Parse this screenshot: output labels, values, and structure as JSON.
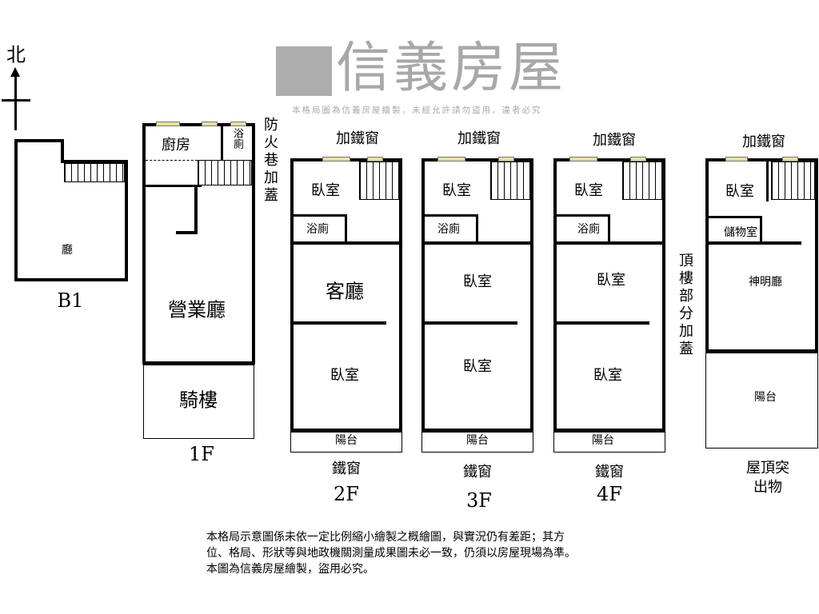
{
  "compass": {
    "north": "北"
  },
  "watermark": {
    "brand": "信義房屋",
    "notice": "本格局圖為信義房屋繪製，未經允許請勿盜用，違者必究"
  },
  "b1": {
    "room": "廳",
    "label": "B1"
  },
  "f1": {
    "kitchen": "廚房",
    "bath": "浴廁",
    "hall": "營業廳",
    "arcade": "騎樓",
    "label": "1F",
    "side_note": "防火巷加蓋"
  },
  "f2": {
    "window_top": "加鐵窗",
    "bedroom1": "臥室",
    "bath": "浴廁",
    "living": "客廳",
    "bedroom2": "臥室",
    "balcony": "陽台",
    "window_bottom": "鐵窗",
    "label": "2F"
  },
  "f3": {
    "window_top": "加鐵窗",
    "bedroom1": "臥室",
    "bath": "浴廁",
    "bedroom2": "臥室",
    "bedroom3": "臥室",
    "balcony": "陽台",
    "window_bottom": "鐵窗",
    "label": "3F"
  },
  "f4": {
    "window_top": "加鐵窗",
    "bedroom1": "臥室",
    "bath": "浴廁",
    "bedroom2": "臥室",
    "bedroom3": "臥室",
    "balcony": "陽台",
    "window_bottom": "鐵窗",
    "label": "4F"
  },
  "roof": {
    "window_top": "加鐵窗",
    "bedroom": "臥室",
    "storage": "儲物室",
    "shrine": "神明廳",
    "balcony": "陽台",
    "side_note": "頂樓部分加蓋",
    "label_line1": "屋頂突",
    "label_line2": "出物"
  },
  "footer": {
    "line1": "本格局示意圖係未依一定比例縮小繪製之概繪圖，與實況仍有差距；其方",
    "line2": "位、格局、形狀等與地政機關測量成果圖未必一致，仍須以房屋現場為準。",
    "line3": "本圖為信義房屋繪製，盜用必究。"
  }
}
